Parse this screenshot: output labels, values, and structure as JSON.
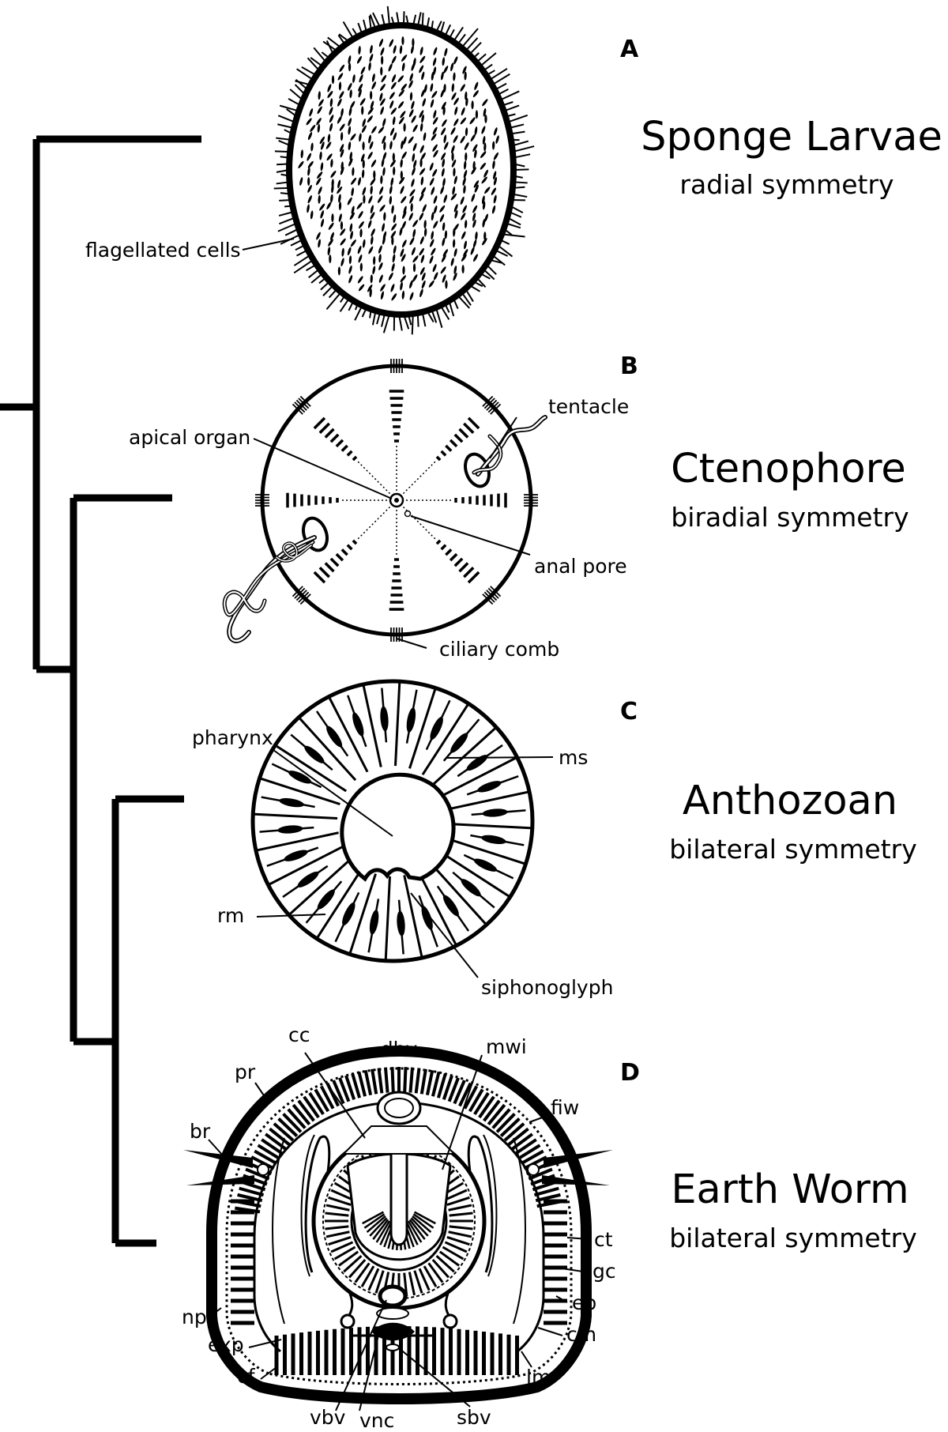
{
  "panels": [
    {
      "letter": "A",
      "title": "Sponge Larvae",
      "subtitle": "radial symmetry"
    },
    {
      "letter": "B",
      "title": "Ctenophore",
      "subtitle": "biradial symmetry"
    },
    {
      "letter": "C",
      "title": "Anthozoan",
      "subtitle": "bilateral symmetry"
    },
    {
      "letter": "D",
      "title": "Earth Worm",
      "subtitle": "bilateral symmetry"
    }
  ],
  "labels": {
    "sponge": {
      "flagellated_cells": "flagellated cells"
    },
    "ctenophore": {
      "apical_organ": "apical organ",
      "tentacle": "tentacle",
      "anal_pore": "anal pore",
      "ciliary_comb": "ciliary comb"
    },
    "anthozoan": {
      "pharynx": "pharynx",
      "ms": "ms",
      "rm": "rm",
      "siphonoglyph": "siphonoglyph"
    },
    "earthworm": {
      "dbv": "dbv",
      "cc": "cc",
      "mwi": "mwi",
      "pr": "pr",
      "fiw": "fiw",
      "br": "br",
      "ct": "ct",
      "gc": "gc",
      "ep": "ep",
      "cm": "cm",
      "lm": "lm",
      "np": "np",
      "exp": "exp",
      "cf": "cf",
      "vbv": "vbv",
      "vnc": "vnc",
      "sbv": "sbv"
    }
  },
  "colors": {
    "ink": "#000000",
    "paper": "#ffffff"
  }
}
